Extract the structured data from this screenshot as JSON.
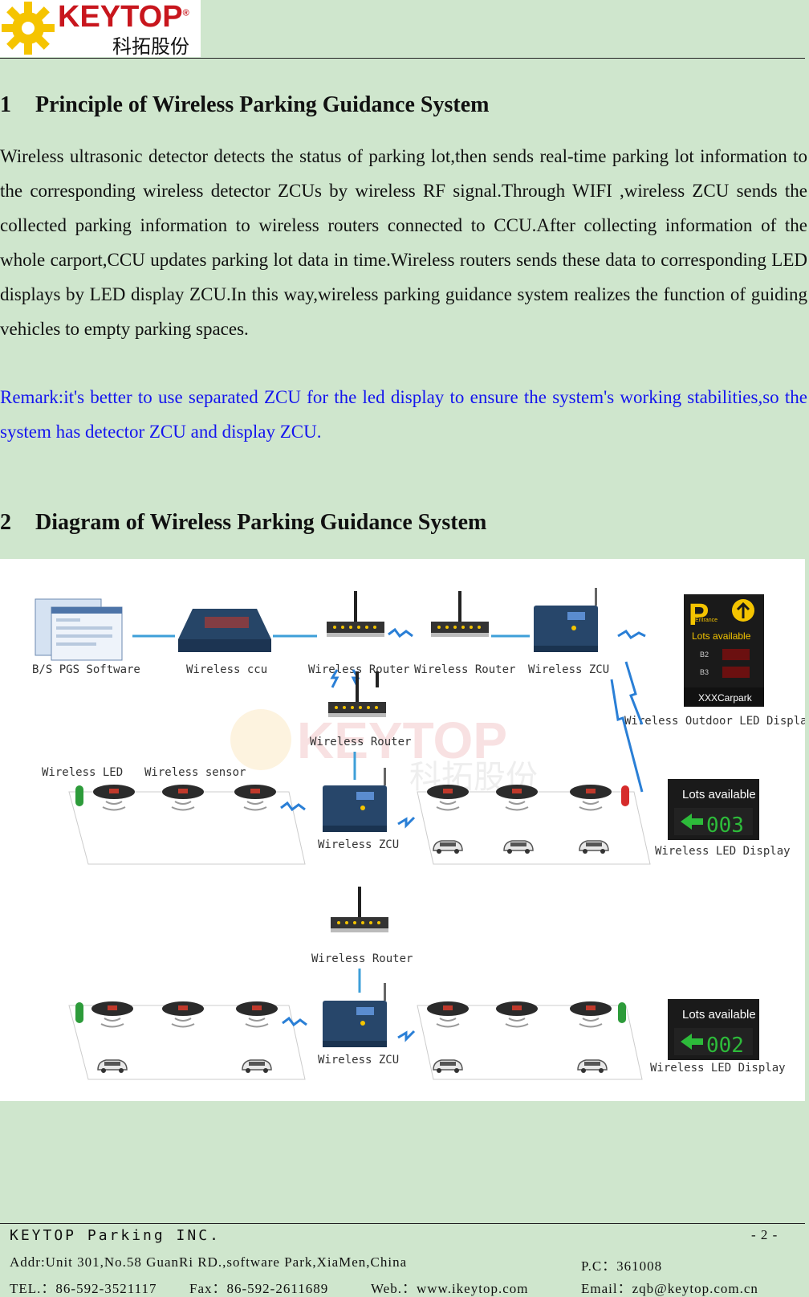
{
  "header": {
    "brand": "KEYTOP",
    "brand_cn": "科拓股份",
    "registered": "®"
  },
  "section1": {
    "number": "1",
    "title": "Principle of Wireless Parking Guidance System",
    "paragraph": "Wireless ultrasonic detector detects the status of parking lot,then sends real-time parking lot information to the corresponding wireless detector ZCUs by wireless RF signal.Through WIFI ,wireless ZCU sends the collected parking information to wireless routers connected to CCU.After collecting information of the whole carport,CCU updates parking lot data in time.Wireless routers sends these data to corresponding LED displays by LED display ZCU.In this way,wireless parking guidance system realizes the function of guiding vehicles to empty parking spaces.",
    "remark": "Remark:it's better to use separated ZCU for the led display to ensure the system's working stabilities,so the system has detector ZCU and display ZCU."
  },
  "section2": {
    "number": "2",
    "title": "Diagram of Wireless Parking Guidance System"
  },
  "diagram": {
    "labels": {
      "bs_pgs": "B/S PGS Software",
      "ccu": "Wireless ccu",
      "router1": "Wireless Router",
      "router2": "Wireless Router",
      "zcu_top": "Wireless ZCU",
      "outdoor": "Wireless Outdoor LED Display",
      "router_mid": "Wireless Router",
      "led": "Wireless LED",
      "sensor": "Wireless sensor",
      "zcu_mid": "Wireless ZCU",
      "led_display1": "Wireless LED Display",
      "router_low": "Wireless Router",
      "zcu_low": "Wireless ZCU",
      "led_display2": "Wireless LED Display"
    },
    "outdoor_sign": {
      "p": "P",
      "entrance": "Entrance",
      "lots": "Lots available",
      "b2": "B2",
      "b3": "B3",
      "carpark": "XXXCarpark"
    },
    "display1": {
      "lots": "Lots available",
      "count": "003"
    },
    "display2": {
      "lots": "Lots available",
      "count": "002"
    },
    "watermark": "KEYTOP",
    "watermark_cn": "科拓股份"
  },
  "footer": {
    "company": "KEYTOP Parking INC.",
    "page": "- 2 -",
    "addr": "Addr:Unit 301,No.58 GuanRi RD.,software Park,XiaMen,China",
    "pc": "P.C：361008",
    "tel": "TEL.：86-592-3521117",
    "fax": "Fax：86-592-2611689",
    "web": "Web.：www.ikeytop.com",
    "email": "Email：zqb@keytop.com.cn"
  }
}
